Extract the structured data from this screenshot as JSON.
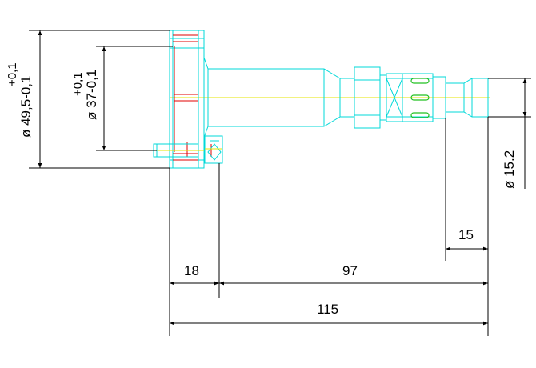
{
  "dimensions": {
    "outer_diameter": {
      "value": "ø 49,5-0,1",
      "tolerance": "+0,1"
    },
    "inner_diameter": {
      "value": "ø 37-0,1",
      "tolerance": "+0,1"
    },
    "tip_diameter": "ø 15.2",
    "flange_length": "18",
    "body_length": "97",
    "tip_length": "15",
    "total_length": "115"
  },
  "colors": {
    "outline": "#00d8d8",
    "hidden": "#e00000",
    "centerline": "#e6e600",
    "marking": "#20c020",
    "dimension": "#000000"
  }
}
